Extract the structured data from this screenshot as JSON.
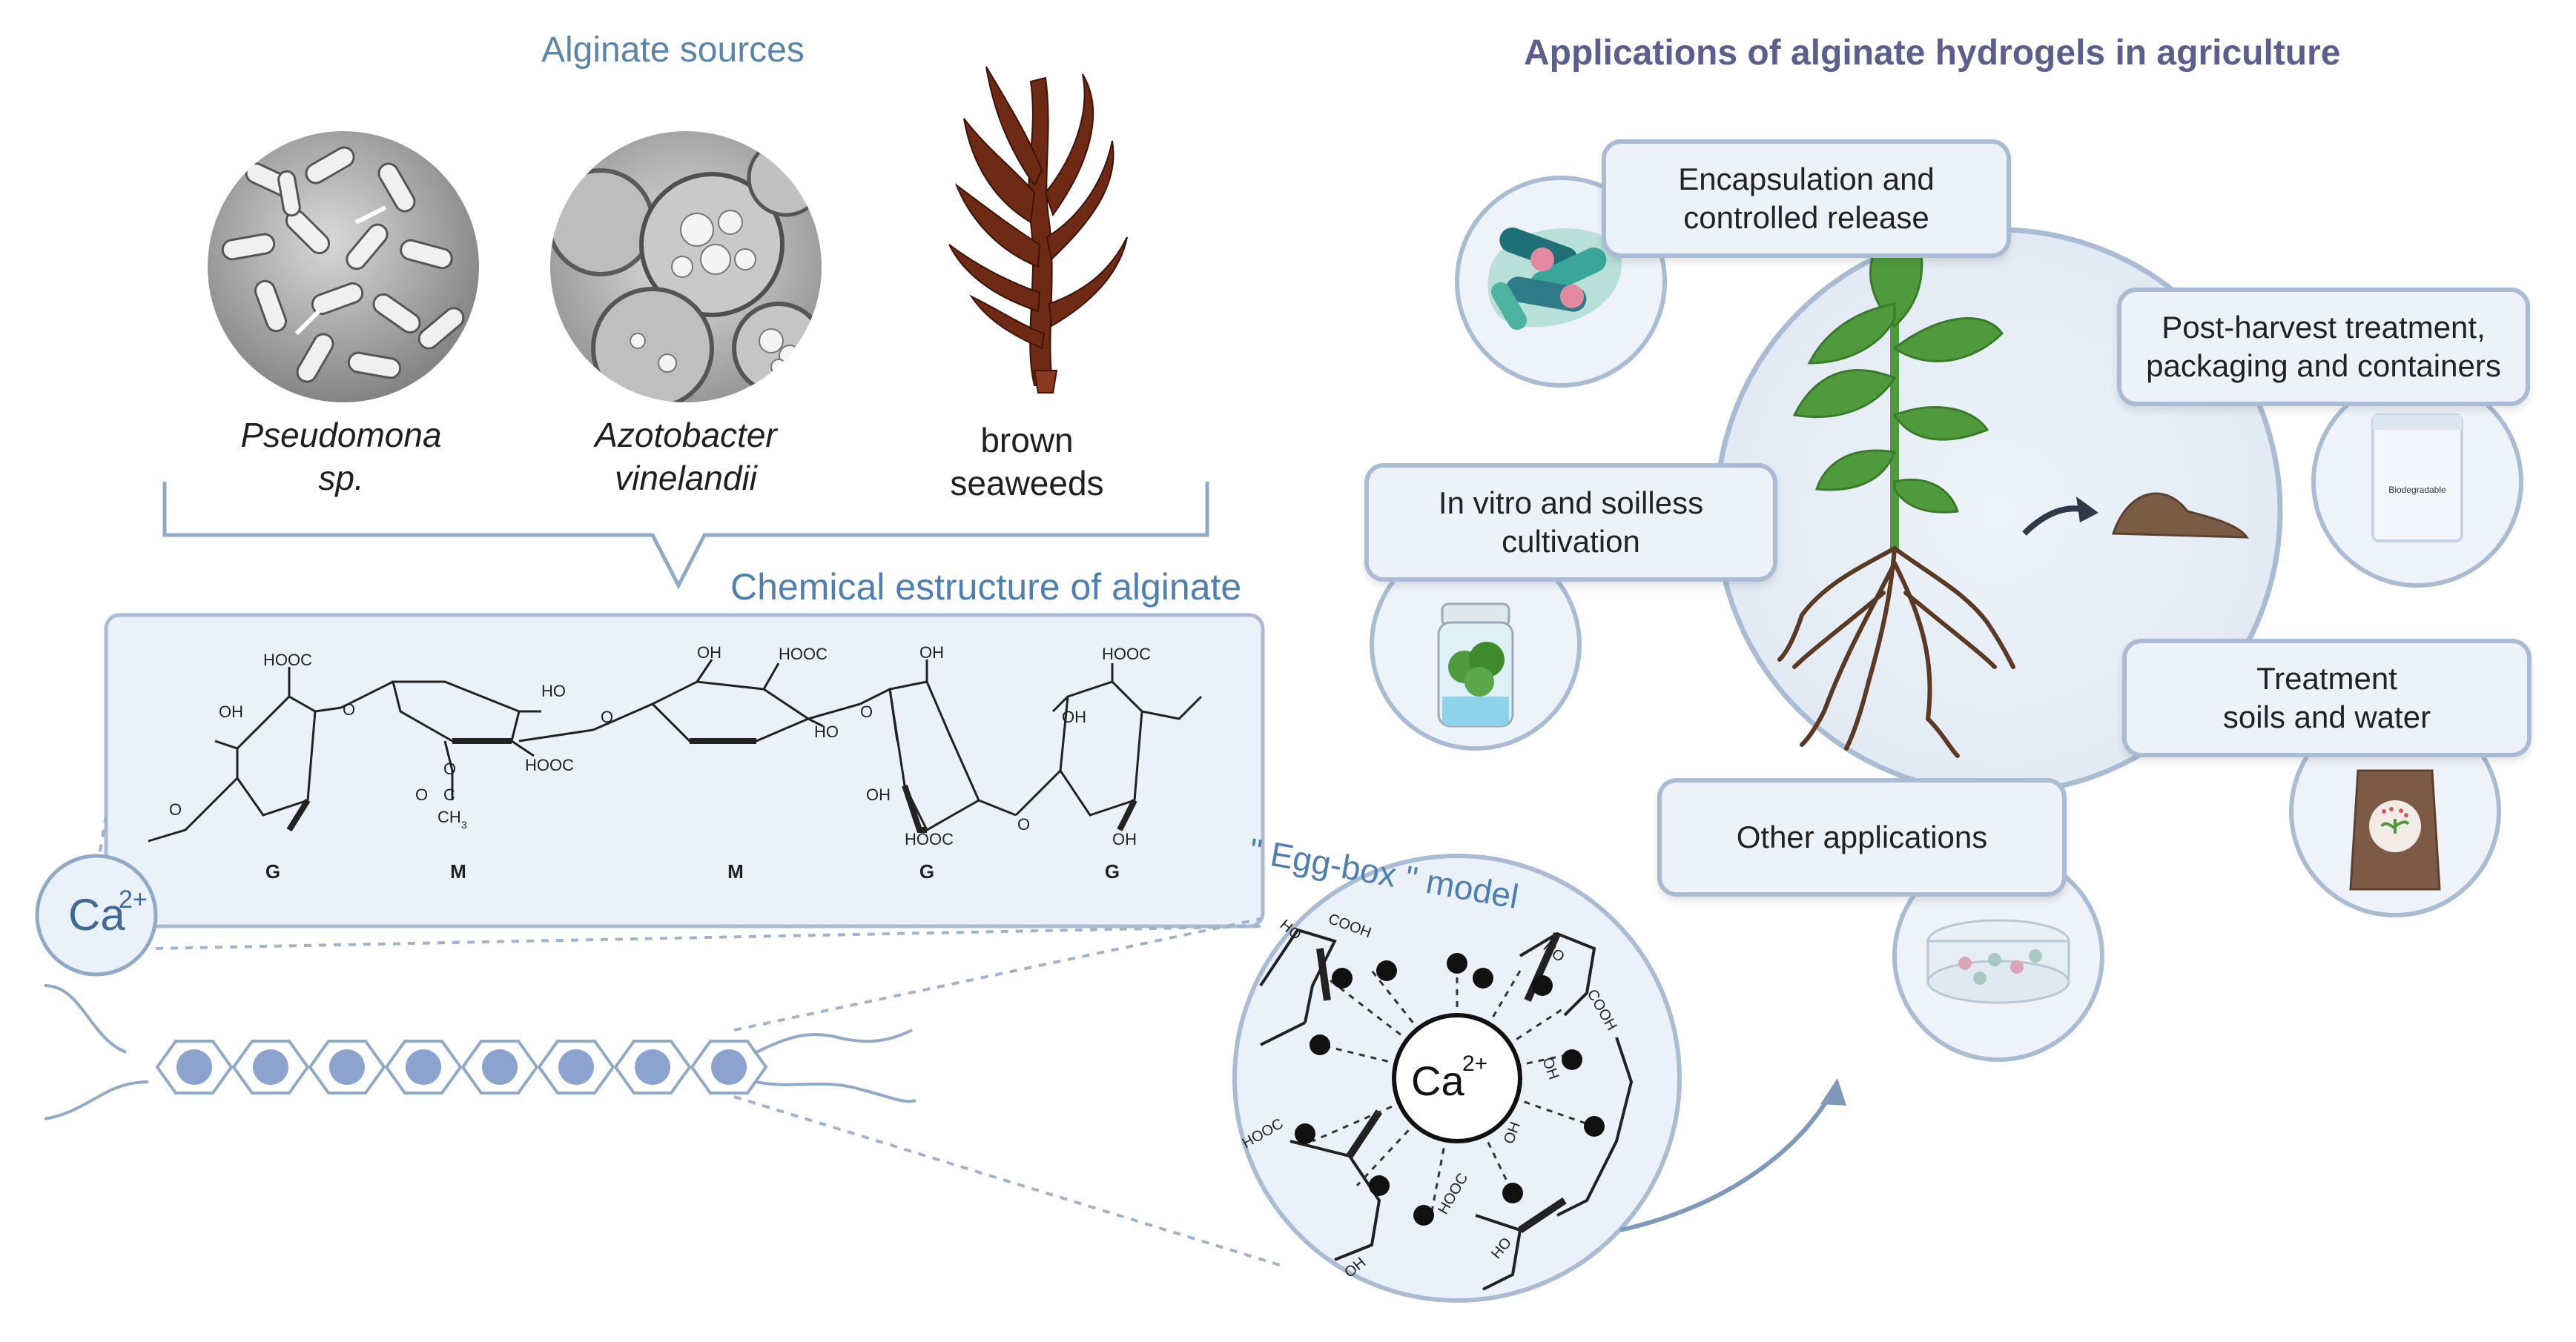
{
  "sources": {
    "title": "Alginate sources",
    "items": [
      {
        "name_line1": "Pseudomona",
        "name_line2": "sp.",
        "style": "italic"
      },
      {
        "name_line1": "Azotobacter",
        "name_line2": "vinelandii",
        "style": "italic"
      },
      {
        "name_line1": "brown",
        "name_line2": "seaweeds",
        "style": "normal"
      }
    ]
  },
  "chemical": {
    "title": "Chemical estructure of alginate",
    "units": [
      "G",
      "M",
      "M",
      "G",
      "G"
    ],
    "groups": {
      "hooc": "HOOC",
      "oh": "OH",
      "ho": "HO",
      "o": "O",
      "c": "C",
      "ch3": "CH",
      "ch3_sub": "3"
    }
  },
  "chain": {
    "ion_label": "Ca",
    "ion_charge": "2+",
    "bead_count": 8
  },
  "eggbox": {
    "title": "\" Egg-box \" model",
    "ion_label": "Ca",
    "ion_charge": "2+",
    "groups": {
      "hooc": "HOOC",
      "oh": "OH",
      "ho": "HO",
      "o": "O",
      "cooh": "COOH"
    }
  },
  "applications": {
    "title": "Applications of alginate hydrogels in agriculture",
    "boxes": [
      {
        "line1": "Encapsulation and",
        "line2": "controlled release"
      },
      {
        "line1": "Post-harvest treatment,",
        "line2": "packaging and containers"
      },
      {
        "line1": "In vitro and soilless",
        "line2": "cultivation"
      },
      {
        "line1": "Treatment",
        "line2": "soils and water"
      },
      {
        "line1": "Other applications",
        "line2": ""
      }
    ],
    "package_label": "Biodegradable"
  },
  "colors": {
    "accent_blue": "#5b84a8",
    "circle_fill": "#e7eef6",
    "circle_stroke": "#a9bcd3",
    "bead": "#8da3cf",
    "leaf": "#4f9a3c",
    "root": "#5a3a24",
    "seaweed": "#6e2a14"
  }
}
